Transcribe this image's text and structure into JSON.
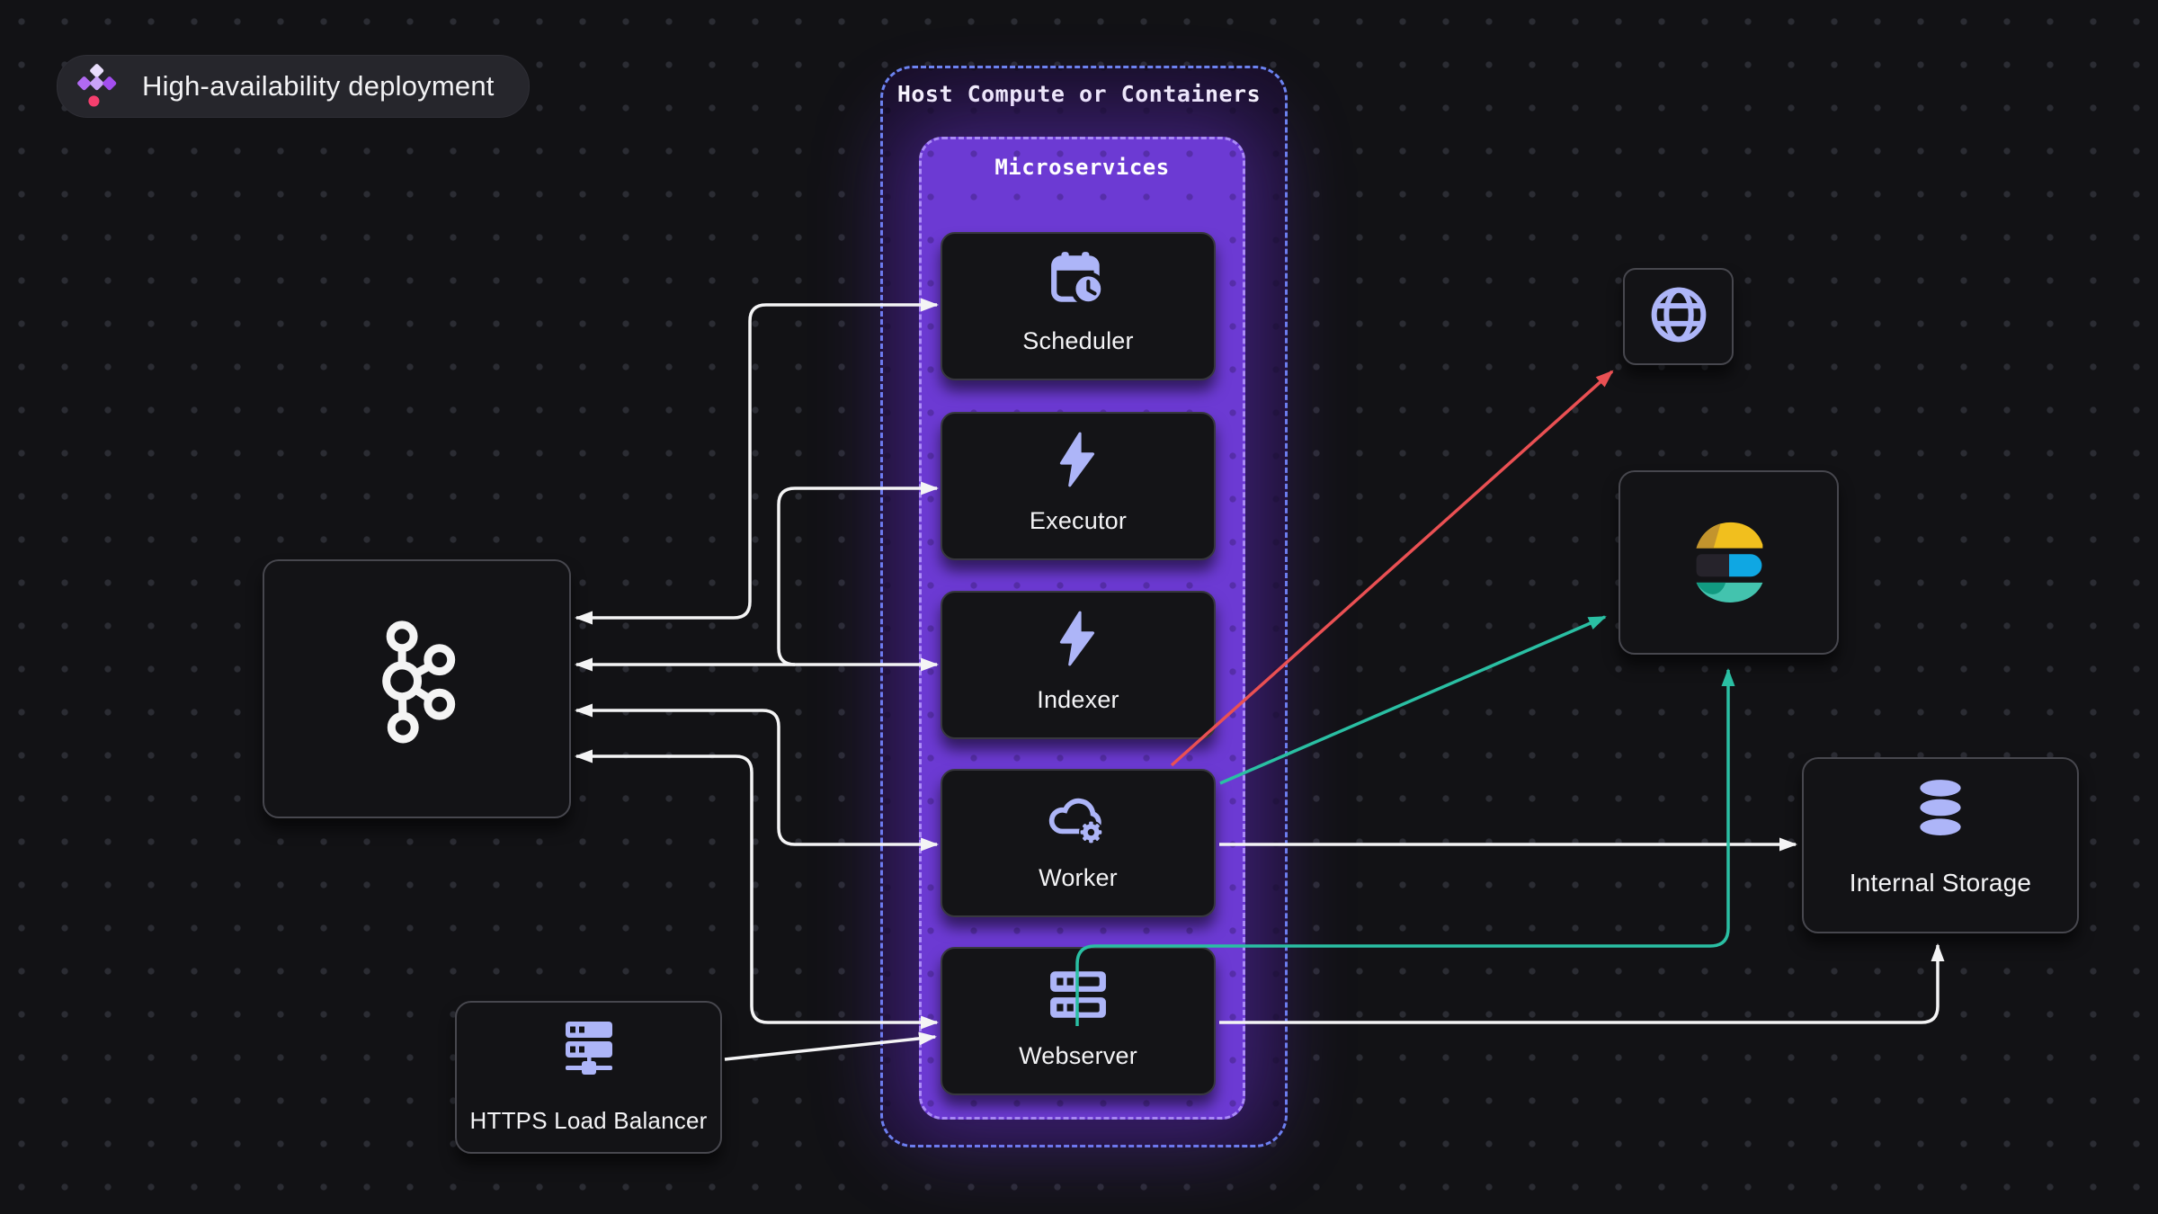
{
  "badge": {
    "label": "High-availability deployment"
  },
  "host_container": {
    "label": "Host Compute or Containers"
  },
  "microservices_container": {
    "label": "Microservices"
  },
  "nodes": {
    "scheduler": {
      "label": "Scheduler",
      "icon": "calendar-clock-icon"
    },
    "executor": {
      "label": "Executor",
      "icon": "lightning-bolt-icon"
    },
    "indexer": {
      "label": "Indexer",
      "icon": "lightning-bolt-icon"
    },
    "worker": {
      "label": "Worker",
      "icon": "cloud-gear-icon"
    },
    "webserver": {
      "label": "Webserver",
      "icon": "server-stack-icon"
    },
    "message_queue": {
      "label": "",
      "icon": "kafka-logo-icon"
    },
    "load_balancer": {
      "label": "HTTPS Load Balancer",
      "icon": "load-balancer-icon"
    },
    "public_internet": {
      "label": "",
      "icon": "globe-icon"
    },
    "elasticsearch": {
      "label": "",
      "icon": "elasticsearch-logo-icon"
    },
    "internal_storage": {
      "label": "Internal Storage",
      "icon": "database-icon"
    }
  },
  "edges": [
    {
      "id": "kafka-scheduler",
      "from": "message_queue",
      "to": "scheduler",
      "color": "white",
      "bidirectional": true
    },
    {
      "id": "kafka-executor",
      "from": "message_queue",
      "to": "executor",
      "color": "white",
      "bidirectional": false
    },
    {
      "id": "kafka-indexer",
      "from": "message_queue",
      "to": "indexer",
      "color": "white",
      "bidirectional": true
    },
    {
      "id": "kafka-worker",
      "from": "message_queue",
      "to": "worker",
      "color": "white",
      "bidirectional": true
    },
    {
      "id": "kafka-webserver",
      "from": "message_queue",
      "to": "webserver",
      "color": "white",
      "bidirectional": true
    },
    {
      "id": "lb-webserver",
      "from": "load_balancer",
      "to": "webserver",
      "color": "white",
      "bidirectional": false
    },
    {
      "id": "worker-storage",
      "from": "worker",
      "to": "internal_storage",
      "color": "white",
      "bidirectional": false
    },
    {
      "id": "webserver-storage",
      "from": "webserver",
      "to": "internal_storage",
      "color": "white",
      "bidirectional": false
    },
    {
      "id": "worker-elasticsearch",
      "from": "worker",
      "to": "elasticsearch",
      "color": "teal",
      "bidirectional": false
    },
    {
      "id": "webserver-elasticsearch",
      "from": "webserver",
      "to": "elasticsearch",
      "color": "teal",
      "bidirectional": false
    },
    {
      "id": "worker-globe",
      "from": "worker",
      "to": "public_internet",
      "color": "red",
      "bidirectional": false
    }
  ],
  "colors": {
    "edge_white": "#f4f4f5",
    "edge_teal": "#2abfa3",
    "edge_red": "#ea5053",
    "accent_purple": "#6c3ad3",
    "dashed_outer_border": "#6d87f2",
    "dashed_inner_border": "#ab8bf8",
    "icon_lavender": "#adb5f8",
    "badge_pink": "#f43f6e",
    "elastic_yellow": "#f1bf1e",
    "elastic_gold": "#c3942d",
    "elastic_blue": "#0fa7e3",
    "elastic_teal": "#43c3ae",
    "elastic_dark_teal": "#119a81",
    "elastic_dark": "#26232b"
  }
}
